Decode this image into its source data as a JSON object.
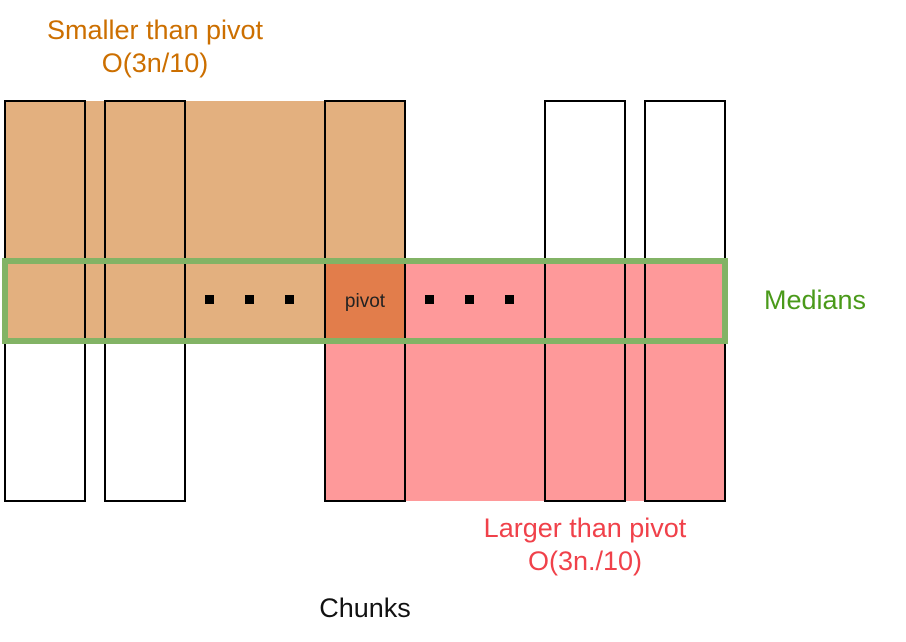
{
  "labels": {
    "smaller_line1": "Smaller than pivot",
    "smaller_line2": "O(3n/10)",
    "larger_line1": "Larger than pivot",
    "larger_line2": "O(3n./10)",
    "medians": "Medians",
    "pivot": "pivot",
    "chunks": "Chunks"
  },
  "colors": {
    "smaller_fill": "#e3b07f",
    "larger_fill": "#fe999a",
    "pivot_fill": "#e27d4b",
    "medians_border": "#82b365",
    "smaller_text": "#cc6f00",
    "larger_text": "#f0414a",
    "medians_text": "#4a9a1a"
  },
  "ellipsis_dots": 3
}
